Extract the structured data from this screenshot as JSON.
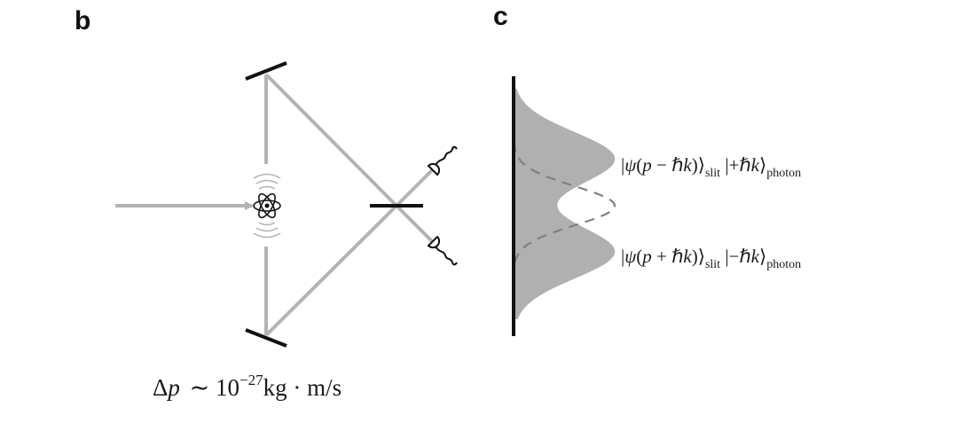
{
  "panel_b": {
    "label": "b",
    "caption": "Δp ∼ 10⁻²⁷kg · m/s"
  },
  "panel_c": {
    "label": "c",
    "state_upper": "|ψ(p − ℏk)⟩slit |+ℏk⟩photon",
    "state_lower": "|ψ(p + ℏk)⟩slit |−ℏk⟩photon"
  },
  "colors": {
    "beam": "#b3b3b3",
    "optic": "#111111",
    "wavefunction_fill": "#b0b0b0",
    "dashed": "#808080"
  }
}
